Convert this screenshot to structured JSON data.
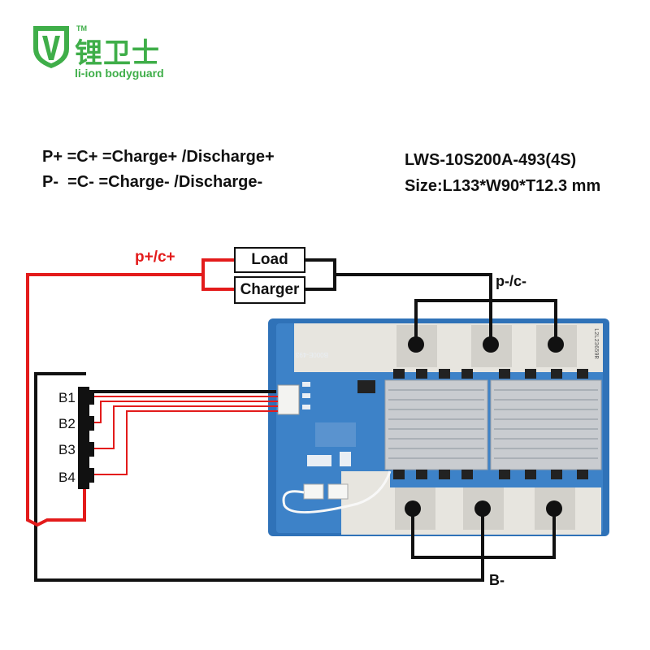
{
  "logo": {
    "brand_cn": "锂卫士",
    "brand_en": "li-ion bodyguard",
    "tm": "TM",
    "color": "#3fae49"
  },
  "legend": {
    "line1": "P+ =C+ =Charge+ /Discharge+",
    "line2": "P-  =C- =Charge- /Discharge-"
  },
  "model": {
    "name": "LWS-10S200A-493(4S)",
    "size": "Size:L133*W90*T12.3 mm"
  },
  "wiring": {
    "positive_label": "p+/c+",
    "negative_label": "p-/c-",
    "bminus_label": "B-",
    "load_label": "Load",
    "charger_label": "Charger",
    "cells": [
      "B1",
      "B2",
      "B3",
      "B4"
    ],
    "positive_color": "#e31b1b",
    "negative_color": "#111111"
  },
  "board": {
    "silkscreen_top_right": "L2L23659R",
    "silkscreen_chip": "B000E-493"
  }
}
